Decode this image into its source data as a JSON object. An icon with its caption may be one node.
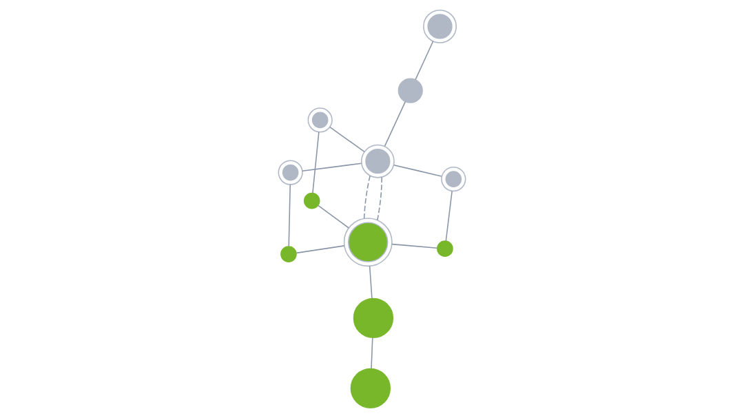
{
  "diagram": {
    "nodes": [
      {
        "text": [],
        "shape": "circle"
      },
      {
        "text": [],
        "shape": "circle"
      },
      {
        "text": [],
        "shape": "circle"
      },
      {
        "text": [],
        "shape": "circle"
      },
      {
        "text": [],
        "shape": "circle"
      },
      {
        "text": [],
        "shape": "circle"
      },
      {
        "text": [],
        "shape": "circle"
      },
      {
        "text": [],
        "shape": "circle"
      },
      {
        "text": [],
        "shape": "circle"
      },
      {
        "text": [],
        "shape": "circle"
      },
      {
        "text": [],
        "shape": "circle"
      },
      {
        "text": [],
        "shape": "circle"
      }
    ],
    "edges": [
      {
        "from": 9,
        "to": 2,
        "arrow": "none"
      },
      {
        "from": 2,
        "to": 0,
        "arrow": "none"
      },
      {
        "from": 1,
        "to": 3,
        "arrow": "none"
      },
      {
        "from": 3,
        "to": 4,
        "arrow": "none"
      },
      {
        "from": 4,
        "to": 5,
        "arrow": "none"
      },
      {
        "from": 5,
        "to": 7,
        "arrow": "none"
      },
      {
        "from": 7,
        "to": 9,
        "arrow": "none"
      },
      {
        "from": 4,
        "to": 9,
        "arrow": "none",
        "style": "dashed"
      },
      {
        "from": 4,
        "to": 9,
        "arrow": "none",
        "style": "dashed"
      },
      {
        "from": 9,
        "to": 8,
        "arrow": "none"
      },
      {
        "from": 8,
        "to": 6,
        "arrow": "none"
      },
      {
        "from": 9,
        "to": 10,
        "arrow": "none"
      },
      {
        "from": 10,
        "to": 11,
        "arrow": "none"
      },
      {
        "from": 4,
        "to": 11,
        "arrow": "none"
      },
      {
        "from": 4,
        "to": 6,
        "arrow": "none"
      }
    ]
  }
}
